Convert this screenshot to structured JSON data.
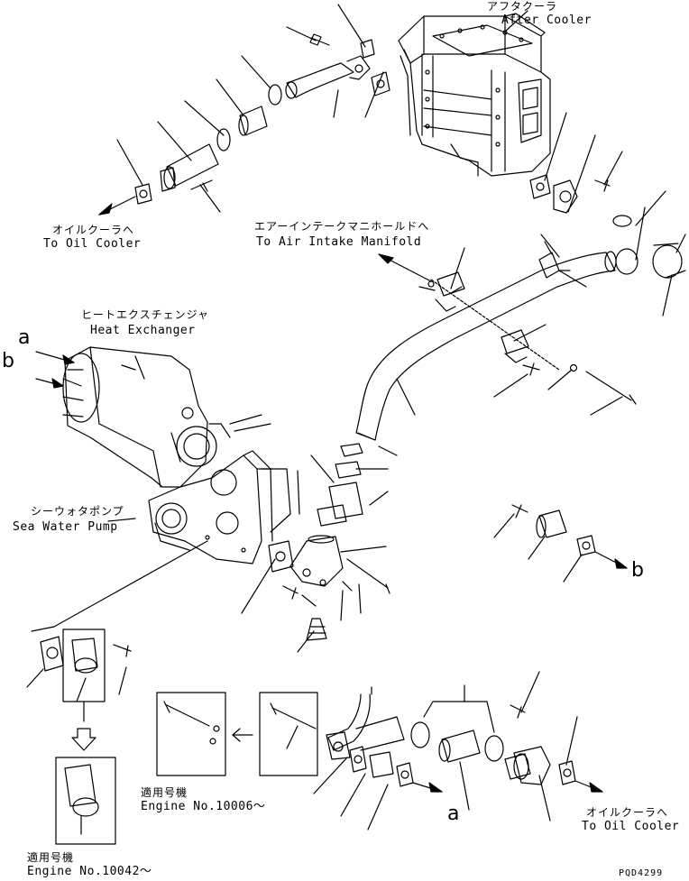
{
  "labels": {
    "after_cooler_jp": "アフタクーラ",
    "after_cooler_en": "After Cooler",
    "to_oil_cooler_jp_top": "オイルクーラへ",
    "to_oil_cooler_en_top": "To Oil Cooler",
    "to_air_intake_jp": "エアーインテークマニホールドへ",
    "to_air_intake_en": "To Air Intake Manifold",
    "heat_exchanger_jp": "ヒートエクスチェンジャ",
    "heat_exchanger_en": "Heat Exchanger",
    "sea_water_pump_jp": "シーウォタポンプ",
    "sea_water_pump_en": "Sea Water Pump",
    "marker_a": "a",
    "marker_b": "b",
    "marker_b_right": "b",
    "marker_a_bottom": "a",
    "applicable_engine_jp_mid": "適用号機",
    "applicable_engine_en_mid": "Engine No.10006～",
    "applicable_engine_jp_left": "適用号機",
    "applicable_engine_en_left": "Engine No.10042～",
    "to_oil_cooler_jp_bottom": "オイルクーラへ",
    "to_oil_cooler_en_bottom": "To Oil Cooler",
    "drawing_code": "PQD4299"
  },
  "colors": {
    "ink": "#000000",
    "paper": "#ffffff"
  }
}
